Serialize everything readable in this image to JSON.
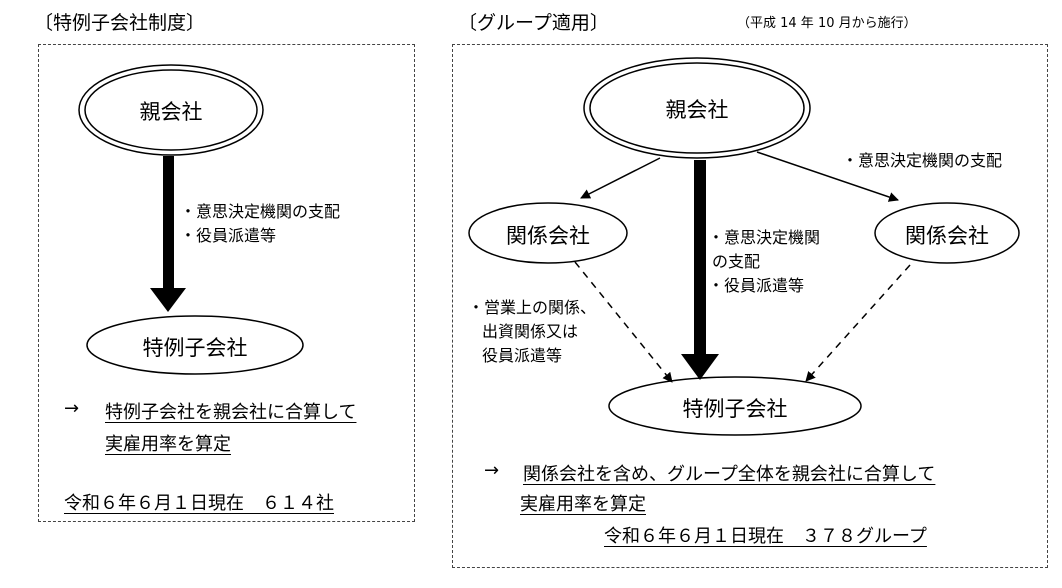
{
  "left": {
    "title": "〔特例子会社制度〕",
    "parent": "親会社",
    "child": "特例子会社",
    "arrow_label": [
      "・意思決定機関の支配",
      "・役員派遣等"
    ],
    "result_arrow": "→",
    "result_lines": [
      "特例子会社を親会社に合算して",
      "実雇用率を算定"
    ],
    "count": "令和６年６月１日現在　６１４社"
  },
  "right": {
    "title": "〔グループ適用〕",
    "note": "（平成 14 年 10 月から施行）",
    "parent": "親会社",
    "affiliate_left": "関係会社",
    "affiliate_right": "関係会社",
    "child": "特例子会社",
    "label_right_top": "・意思決定機関の支配",
    "label_center": [
      "・意思決定機関",
      "の支配",
      "・役員派遣等"
    ],
    "label_left": [
      "・営業上の関係、",
      "出資関係又は",
      "役員派遣等"
    ],
    "result_arrow": "→",
    "result_lines": [
      "関係会社を含め、グループ全体を親会社に合算して",
      "実雇用率を算定"
    ],
    "count": "令和６年６月１日現在　３７８グループ"
  }
}
